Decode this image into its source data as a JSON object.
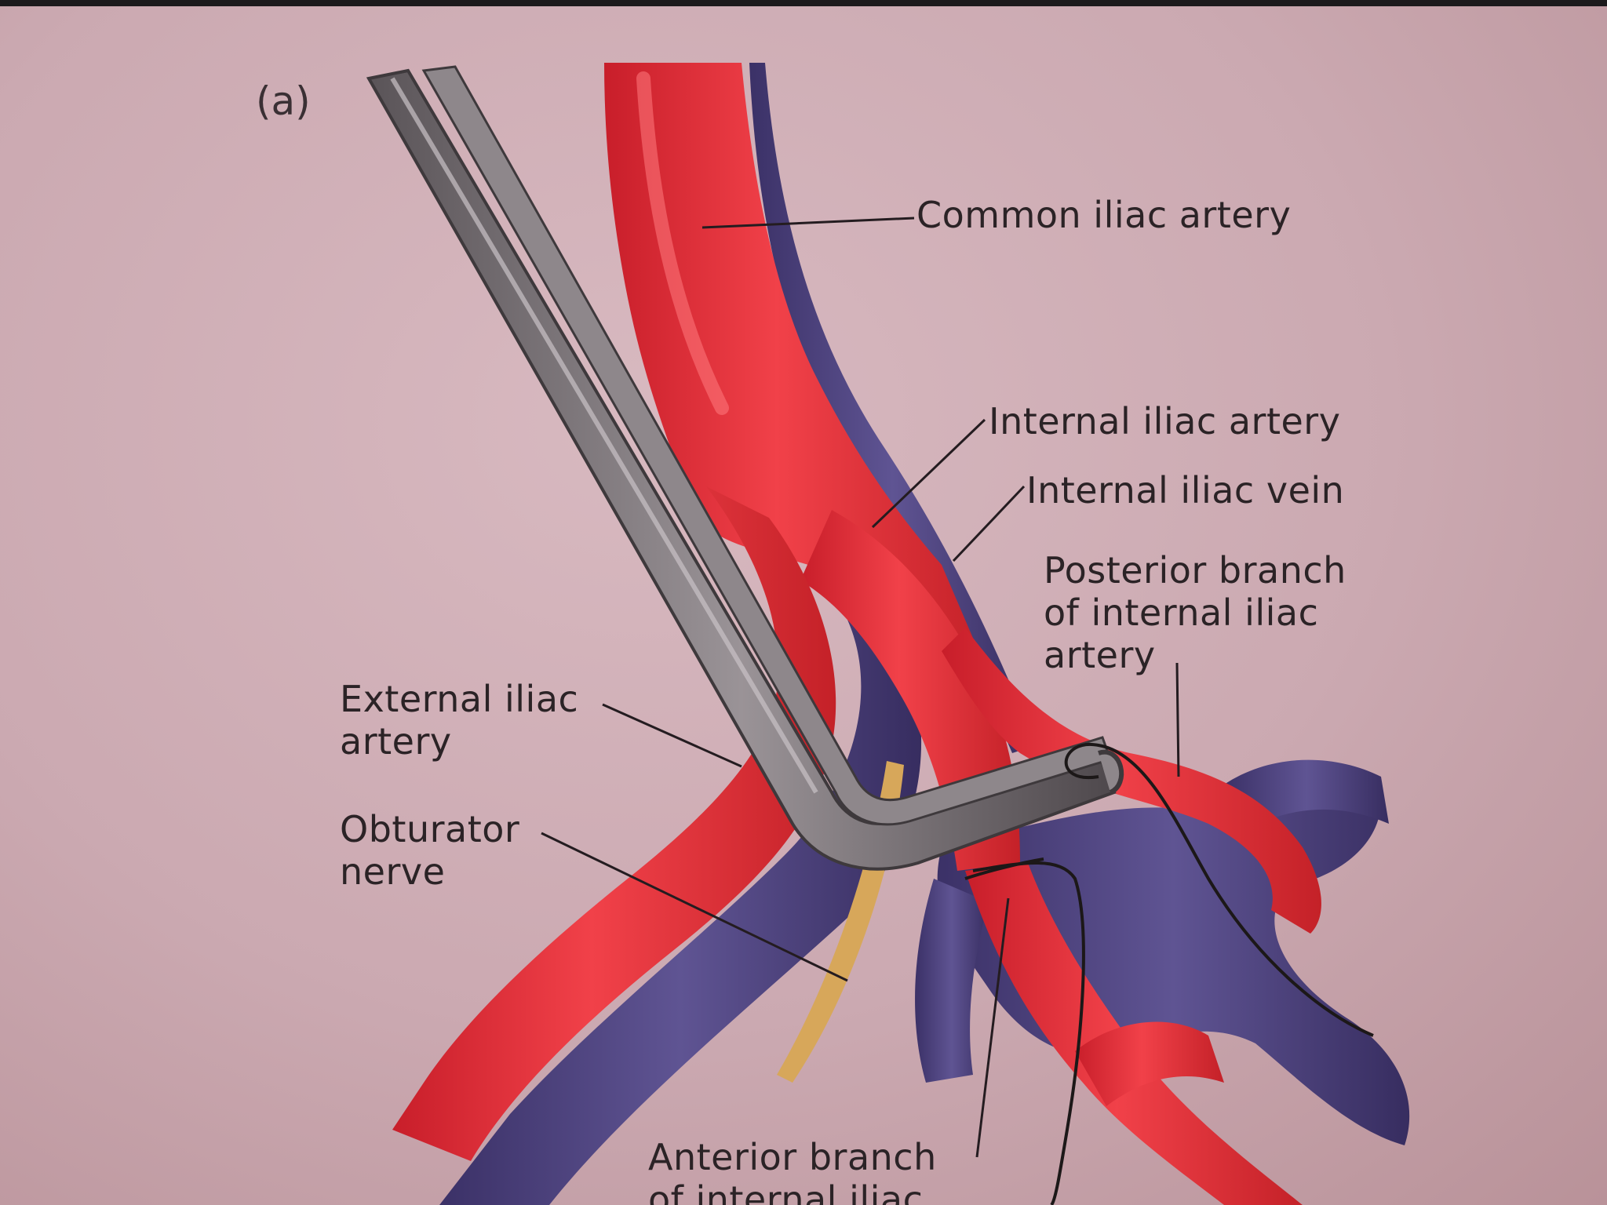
{
  "figure": {
    "panel_label": "(a)",
    "labels": {
      "common_iliac_artery": "Common iliac artery",
      "internal_iliac_artery": "Internal iliac artery",
      "internal_iliac_vein": "Internal iliac vein",
      "posterior_branch": [
        "Posterior branch",
        "of internal iliac",
        "artery"
      ],
      "external_iliac_artery": [
        "External iliac",
        "artery"
      ],
      "obturator_nerve": [
        "Obturator",
        "nerve"
      ],
      "anterior_branch": [
        "Anterior branch",
        "of internal iliac"
      ]
    }
  },
  "colors": {
    "artery": "#e8323c",
    "artery_highlight": "#ff6a6e",
    "vein": "#4c3f7a",
    "vein_highlight": "#6f63a3",
    "nerve": "#d7a75a",
    "clamp": "#7a7478",
    "page": "#cfaeb5",
    "text": "#2b2326"
  }
}
